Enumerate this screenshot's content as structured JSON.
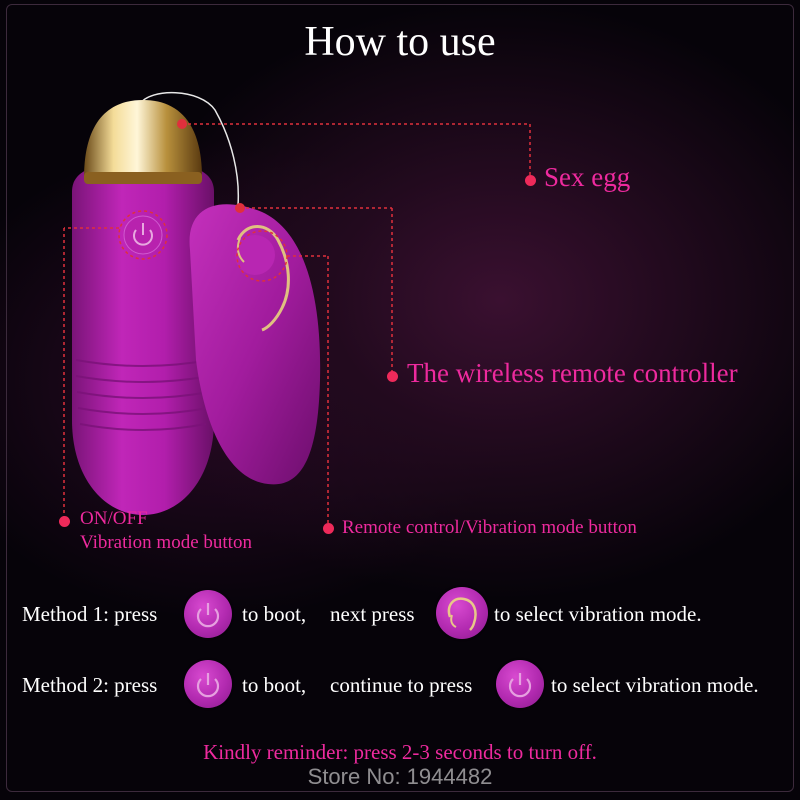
{
  "title": "How to use",
  "callouts": {
    "sex_egg": "Sex egg",
    "remote_controller": "The wireless remote controller",
    "onoff_line1": "ON/OFF",
    "onoff_line2": "Vibration mode button",
    "remote_button": "Remote control/Vibration mode button"
  },
  "method1": {
    "prefix": "Method 1: press",
    "middle": "to boot,",
    "next": "next press",
    "suffix": "to select vibration mode."
  },
  "method2": {
    "prefix": "Method 2: press",
    "middle": "to boot,",
    "next": "continue to press",
    "suffix": "to select vibration mode."
  },
  "reminder": "Kindly reminder: press 2-3 seconds to turn off.",
  "store": "Store No: 1944482",
  "colors": {
    "accent_pink": "#ee2a9e",
    "device_purple": "#b01ea8",
    "gold": "#d8b060",
    "callout_line": "#e0303c"
  },
  "icons": [
    "power-icon",
    "remote-wave-icon"
  ]
}
